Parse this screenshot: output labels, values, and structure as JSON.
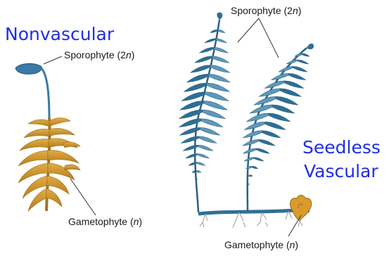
{
  "labels": {
    "nonvascular": "Nonvascular",
    "seedless": "Seedless",
    "vascular": "Vascular",
    "moss_sporophyte": {
      "name": "Sporophyte",
      "ploidy_open": " (2",
      "ploidy_var": "n",
      "ploidy_close": ")"
    },
    "moss_gametophyte": {
      "name": "Gametophyte",
      "ploidy_open": " (",
      "ploidy_var": "n",
      "ploidy_close": ")"
    },
    "fern_sporophyte": {
      "name": "Sporophyte",
      "ploidy_open": " (2",
      "ploidy_var": "n",
      "ploidy_close": ")"
    },
    "fern_gametophyte": {
      "name": "Gametophyte",
      "ploidy_open": " (",
      "ploidy_var": "n",
      "ploidy_close": ")"
    }
  },
  "colors": {
    "category_text": "#1f2ee6",
    "fern_blue": "#2f6f95",
    "fern_light": "#5d98bb",
    "moss_gold": "#c9912a",
    "moss_dark": "#9a6a17",
    "stalk_blue": "#3a7aa4",
    "leader_line": "#333333"
  }
}
